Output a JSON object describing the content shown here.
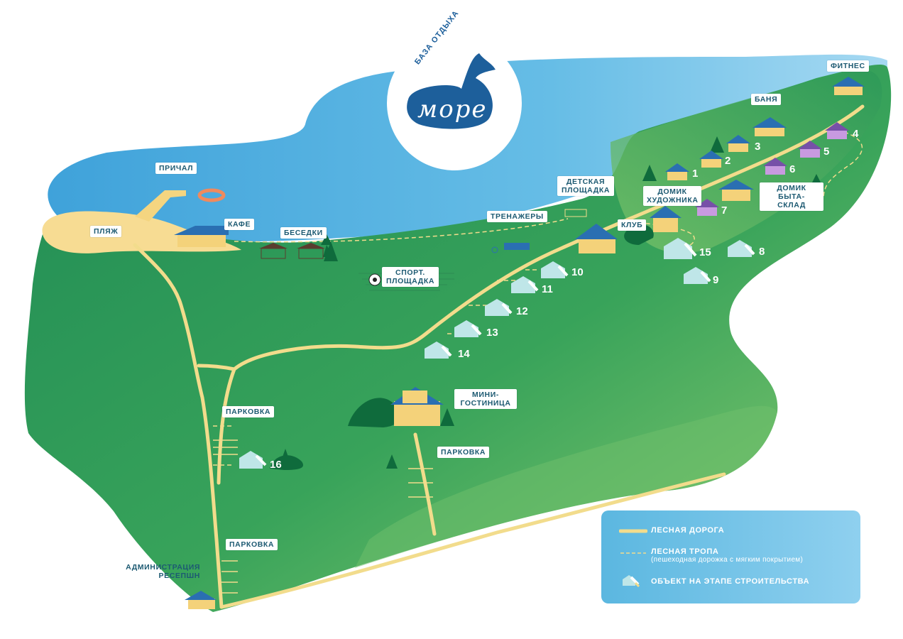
{
  "logo": {
    "arc_text": "БАЗА ОТДЫХА",
    "name": "море"
  },
  "labels": {
    "pier": "ПРИЧАЛ",
    "beach": "ПЛЯЖ",
    "cafe": "КАФЕ",
    "gazebos": "БЕСЕДКИ",
    "sport": "СПОРТ. ПЛОЩАДКА",
    "trainers": "ТРЕНАЖЕРЫ",
    "playground": "ДЕТСКАЯ ПЛОЩАДКА",
    "club": "КЛУБ",
    "artist_house": "ДОМИК ХУДОЖНИКА",
    "utility_house": "ДОМИК БЫТА- СКЛАД",
    "sauna": "БАНЯ",
    "fitness": "ФИТНЕС",
    "mini_hotel": "МИНИ- ГОСТИНИЦА",
    "parking_west": "ПАРКОВКА",
    "parking_center": "ПАРКОВКА",
    "parking_south": "ПАРКОВКА",
    "administration": "АДМИНИСТРАЦИЯ РЕСЕПШН"
  },
  "house_numbers": [
    "1",
    "2",
    "3",
    "4",
    "5",
    "6",
    "7",
    "8",
    "9",
    "10",
    "11",
    "12",
    "13",
    "14",
    "15",
    "16"
  ],
  "legend": {
    "road": "ЛЕСНАЯ ДОРОГА",
    "trail": "ЛЕСНАЯ ТРОПА",
    "trail_note": "(пешеходная дорожка с мягким покрытием)",
    "construction": "ОБЪЕКТ НА ЭТАПЕ СТРОИТЕЛЬСТВА"
  },
  "colors": {
    "sea": "#55b3e3",
    "land_dark": "#1f8a56",
    "land_light": "#9fd37a",
    "road": "#f2dc8c",
    "sand": "#f7dc93",
    "label_text": "#1d5a72",
    "house_built": "#f4d27a",
    "house_roof": "#2a6fb2",
    "house_construction": "#bfe6e8"
  }
}
